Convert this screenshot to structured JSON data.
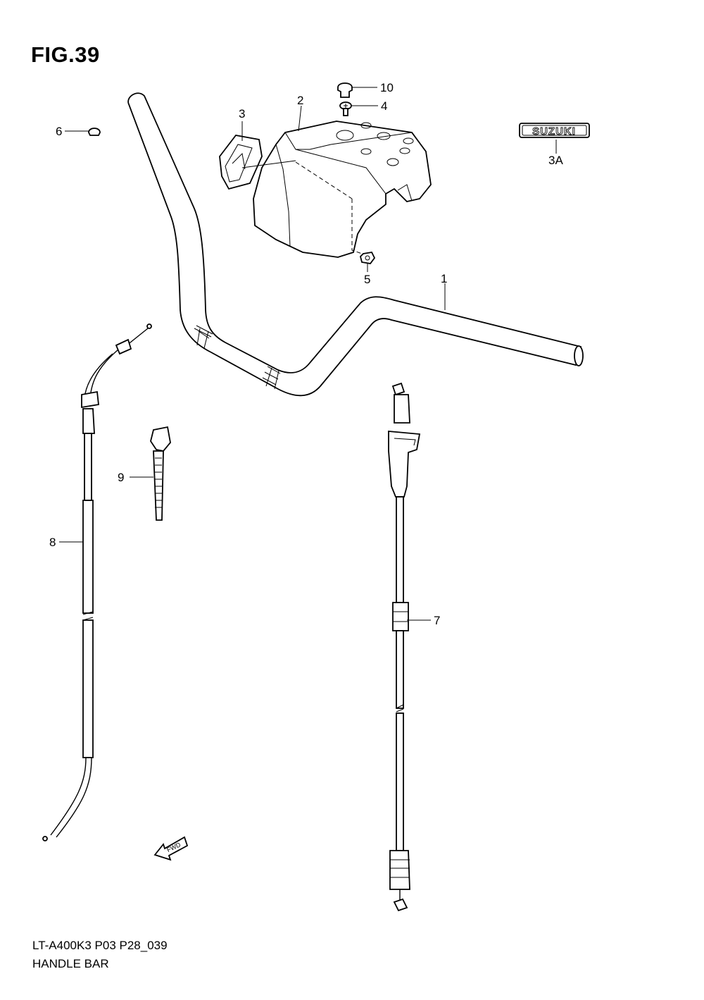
{
  "figure": {
    "title": "FIG.39",
    "footer_code": "LT-A400K3 P03 P28_039",
    "footer_name": "HANDLE BAR"
  },
  "emblem": {
    "text": "SUZUKI"
  },
  "callouts": [
    {
      "id": "1",
      "label": "1",
      "part": "handlebar"
    },
    {
      "id": "2",
      "label": "2",
      "part": "handlebar-cover"
    },
    {
      "id": "3",
      "label": "3",
      "part": "emblem-s"
    },
    {
      "id": "3A",
      "label": "3A",
      "part": "emblem-suzuki"
    },
    {
      "id": "4",
      "label": "4",
      "part": "screw"
    },
    {
      "id": "5",
      "label": "5",
      "part": "nut"
    },
    {
      "id": "6",
      "label": "6",
      "part": "cap"
    },
    {
      "id": "7",
      "label": "7",
      "part": "cable-right"
    },
    {
      "id": "8",
      "label": "8",
      "part": "cable-left"
    },
    {
      "id": "9",
      "label": "9",
      "part": "clamp"
    },
    {
      "id": "10",
      "label": "10",
      "part": "cushion"
    }
  ],
  "fwd_label": "FWD"
}
